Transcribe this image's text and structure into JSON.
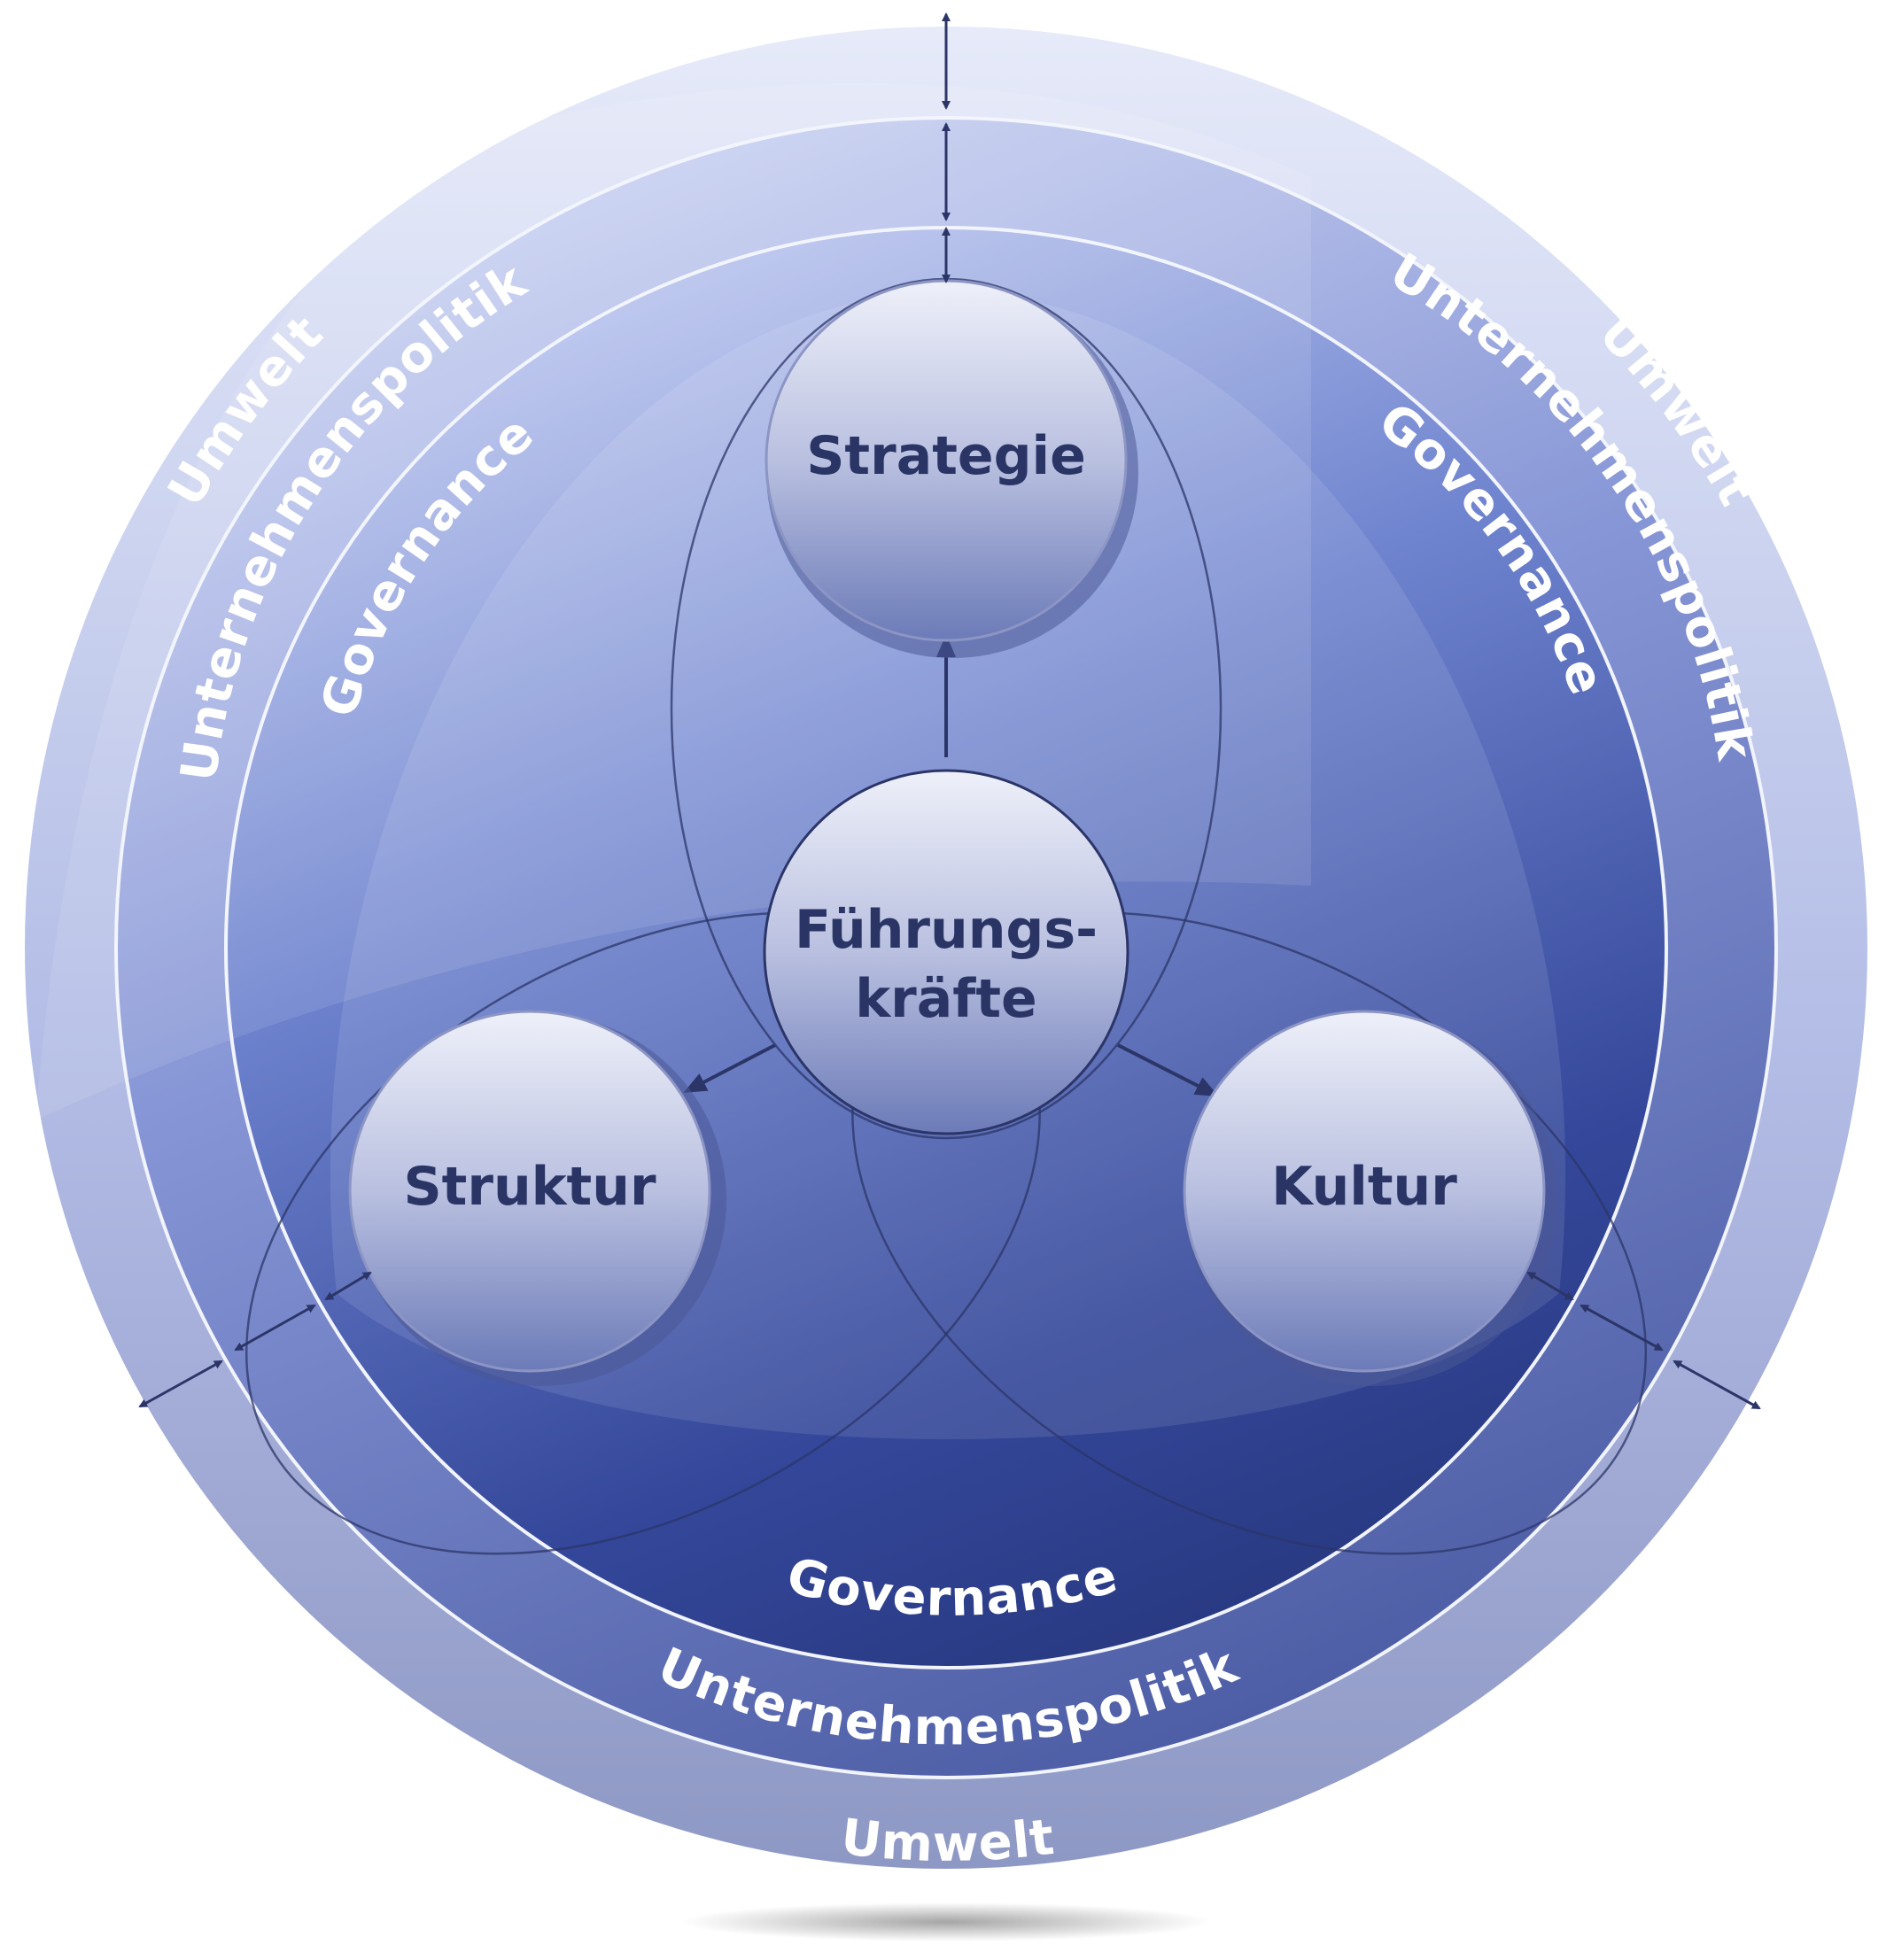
{
  "diagram": {
    "rings": {
      "outer": {
        "label": "Umwelt",
        "color_top": "#e6eaf9",
        "color_bottom": "#8e98c4"
      },
      "middle": {
        "label": "Unternehmenspolitik",
        "color_top": "#c2cbf2",
        "color_bottom": "#4e5ea6"
      },
      "inner": {
        "label": "Governance",
        "color_top": "#b8c4f1",
        "color_bottom": "#293a83"
      }
    },
    "spheres": {
      "center": {
        "line1": "Führungs-",
        "line2": "kräfte"
      },
      "top": {
        "label": "Strategie"
      },
      "left": {
        "label": "Struktur"
      },
      "right": {
        "label": "Kultur"
      }
    },
    "colors": {
      "sphere_light": "#eef0f9",
      "sphere_dark": "#6c7bb8",
      "outline": "#2b3568",
      "arrow": "#2b3568",
      "label_text": "#2a3566"
    },
    "icons": {
      "arrow": "double-headed-arrow-icon"
    }
  }
}
